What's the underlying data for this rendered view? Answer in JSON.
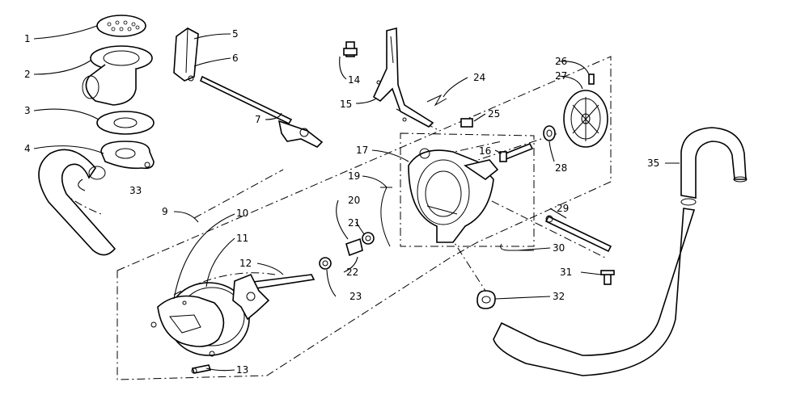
{
  "diagram": {
    "colors": {
      "ink": "#000000",
      "paper": "#ffffff"
    },
    "labels": [
      "1",
      "2",
      "3",
      "4",
      "5",
      "6",
      "7",
      "9",
      "10",
      "11",
      "12",
      "13",
      "14",
      "15",
      "16",
      "17",
      "19",
      "20",
      "21",
      "22",
      "23",
      "24",
      "25",
      "26",
      "27",
      "28",
      "29",
      "30",
      "31",
      "32",
      "33",
      "35"
    ]
  }
}
